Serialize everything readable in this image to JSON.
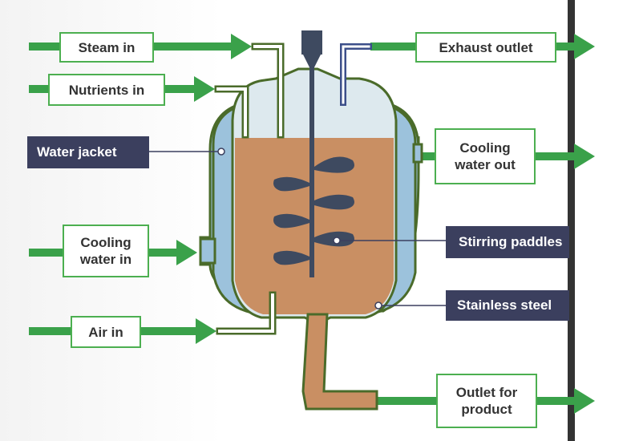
{
  "inputs": {
    "steam_in": "Steam in",
    "nutrients_in": "Nutrients in",
    "cooling_water_in": "Cooling water in",
    "air_in": "Air in"
  },
  "outputs": {
    "exhaust_outlet": "Exhaust outlet",
    "cooling_water_out": "Cooling water out",
    "outlet_for_product": "Outlet for product"
  },
  "parts": {
    "water_jacket": "Water jacket",
    "stirring_paddles": "Stirring paddles",
    "stainless_steel": "Stainless steel"
  },
  "colors": {
    "arrow_green": "#3aa14a",
    "label_border": "#4caf50",
    "part_label_bg": "#3b3f5e",
    "vessel_outline": "#4a6b2a",
    "jacket_fill": "#9cc2dc",
    "headspace_fill": "#dde9ee",
    "broth_fill": "#c98f63",
    "paddle_fill": "#3e4a60",
    "shaft_fill": "#3e4a60",
    "wall_bar": "#333333"
  }
}
